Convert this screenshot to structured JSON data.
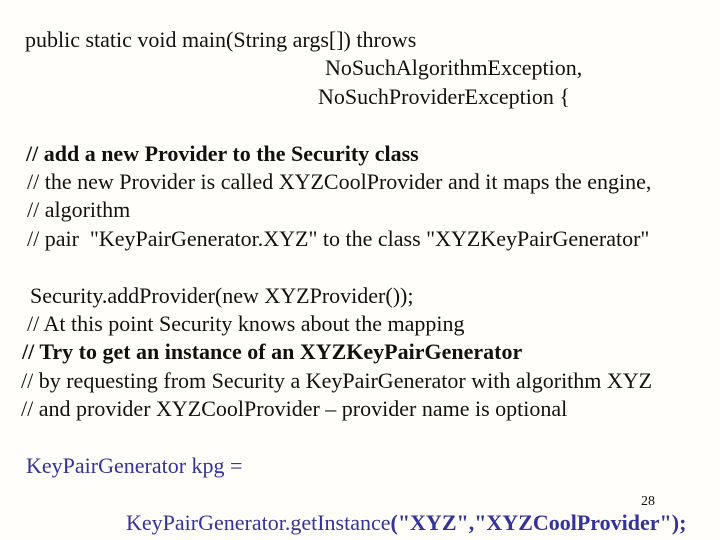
{
  "slide": {
    "colors": {
      "background": "#fffefb",
      "text": "#111111",
      "accent_blue": "#333399"
    },
    "page_number": "28",
    "lines": [
      {
        "text": "public static void main(String args[]) throws"
      },
      {
        "text": "NoSuchAlgorithmException,"
      },
      {
        "text": "NoSuchProviderException {"
      },
      {
        "text": "// add a new Provider to the Security class"
      },
      {
        "text": "// the new Provider is called XYZCoolProvider and it maps the engine,"
      },
      {
        "text": "// algorithm"
      },
      {
        "text": "// pair  \"KeyPairGenerator.XYZ\" to the class \"XYZKeyPairGenerator\""
      },
      {
        "text": "Security.addProvider(new XYZProvider());"
      },
      {
        "text": "// At this point Security knows about the mapping"
      },
      {
        "text": "// Try to get an instance of an XYZKeyPairGenerator"
      },
      {
        "text": "// by requesting from Security a KeyPairGenerator with algorithm XYZ"
      },
      {
        "text": "// and provider XYZCoolProvider – provider name is optional"
      },
      {
        "text": "KeyPairGenerator kpg ="
      },
      {
        "segments": [
          {
            "text": "KeyPairGenerator.getInstance"
          },
          {
            "text": "(\"XYZ\",\"XYZCoolProvider\");"
          }
        ]
      }
    ]
  }
}
